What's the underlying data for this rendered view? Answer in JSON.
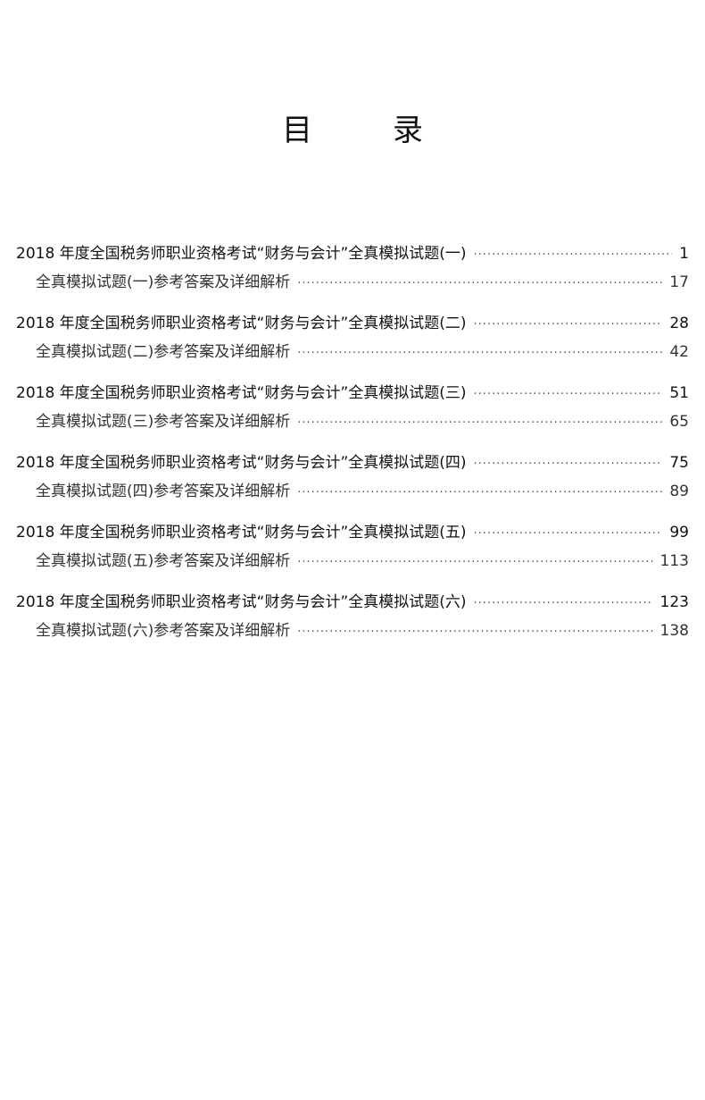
{
  "title": {
    "char1": "目",
    "char2": "录"
  },
  "toc": [
    {
      "main": {
        "label": "2018 年度全国税务师职业资格考试“财务与会计”全真模拟试题(一)",
        "page": "1"
      },
      "sub": {
        "label": "全真模拟试题(一)参考答案及详细解析",
        "page": "17"
      }
    },
    {
      "main": {
        "label": "2018 年度全国税务师职业资格考试“财务与会计”全真模拟试题(二)",
        "page": "28"
      },
      "sub": {
        "label": "全真模拟试题(二)参考答案及详细解析",
        "page": "42"
      }
    },
    {
      "main": {
        "label": "2018 年度全国税务师职业资格考试“财务与会计”全真模拟试题(三)",
        "page": "51"
      },
      "sub": {
        "label": "全真模拟试题(三)参考答案及详细解析",
        "page": "65"
      }
    },
    {
      "main": {
        "label": "2018 年度全国税务师职业资格考试“财务与会计”全真模拟试题(四)",
        "page": "75"
      },
      "sub": {
        "label": "全真模拟试题(四)参考答案及详细解析",
        "page": "89"
      }
    },
    {
      "main": {
        "label": "2018 年度全国税务师职业资格考试“财务与会计”全真模拟试题(五)",
        "page": "99"
      },
      "sub": {
        "label": "全真模拟试题(五)参考答案及详细解析",
        "page": "113"
      }
    },
    {
      "main": {
        "label": "2018 年度全国税务师职业资格考试“财务与会计”全真模拟试题(六)",
        "page": "123"
      },
      "sub": {
        "label": "全真模拟试题(六)参考答案及详细解析",
        "page": "138"
      }
    }
  ]
}
